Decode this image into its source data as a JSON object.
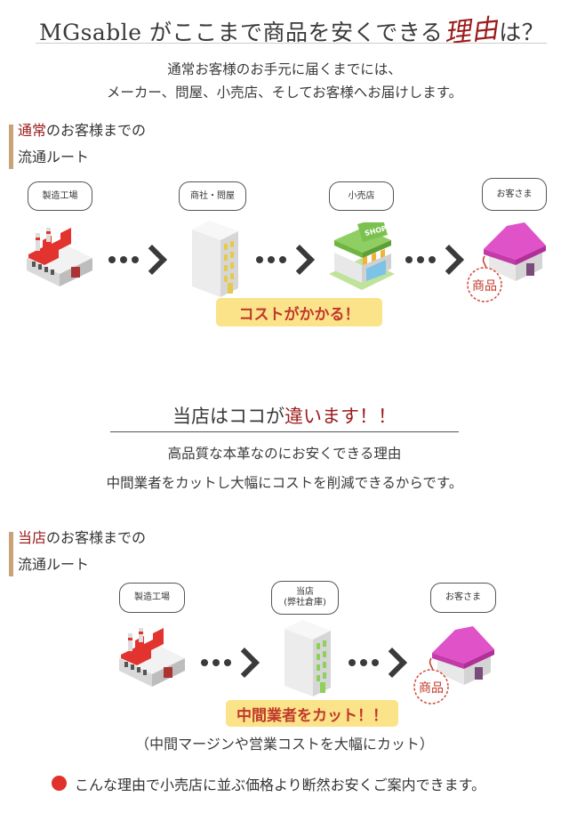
{
  "header": {
    "title_pre": "MGsable がここまで商品を安くできる",
    "title_accent": "理由",
    "title_post": "は？",
    "intro_line1": "通常お客様のお手元に届くまでには、",
    "intro_line2": "メーカー、問屋、小売店、そしてお客様へお届けします。"
  },
  "normal_route": {
    "label_highlight": "通常",
    "label_rest": "のお客様までの",
    "label_line2": "流通ルート",
    "steps": [
      "製造工場",
      "商社・問屋",
      "小売店",
      "お客さま"
    ],
    "shop_sign": "SHOP",
    "product_tag": "商品",
    "cost_badge": "コストがかかる！"
  },
  "difference": {
    "title_pre": "当店はココが",
    "title_highlight": "違います！！",
    "line1": "高品質な本革なのにお安くできる理由",
    "line2": "中間業者をカットし大幅にコストを削減できるからです。"
  },
  "our_route": {
    "label_highlight": "当店",
    "label_rest": "のお客様までの",
    "label_line2": "流通ルート",
    "step1": "製造工場",
    "step2_line1": "当店",
    "step2_line2": "(弊社倉庫)",
    "step3": "お客さま",
    "product_tag": "商品",
    "cut_badge": "中間業者をカット！！",
    "cut_note": "（中間マージンや営業コストを大幅にカット）"
  },
  "footer": {
    "text": "こんな理由で小売店に並ぶ価格より断然お安くご案内できます。"
  },
  "colors": {
    "accent_red": "#9b1b1b",
    "badge_bg": "#fbe38a",
    "badge_text": "#c0392b",
    "section_bar": "#c9a27a",
    "bullet": "#e0312a",
    "house_roof": "#e052c8"
  },
  "icons": [
    "factory-icon",
    "office-building-icon",
    "shop-icon",
    "house-icon",
    "warehouse-building-icon",
    "product-tag-icon",
    "arrow-icon"
  ]
}
